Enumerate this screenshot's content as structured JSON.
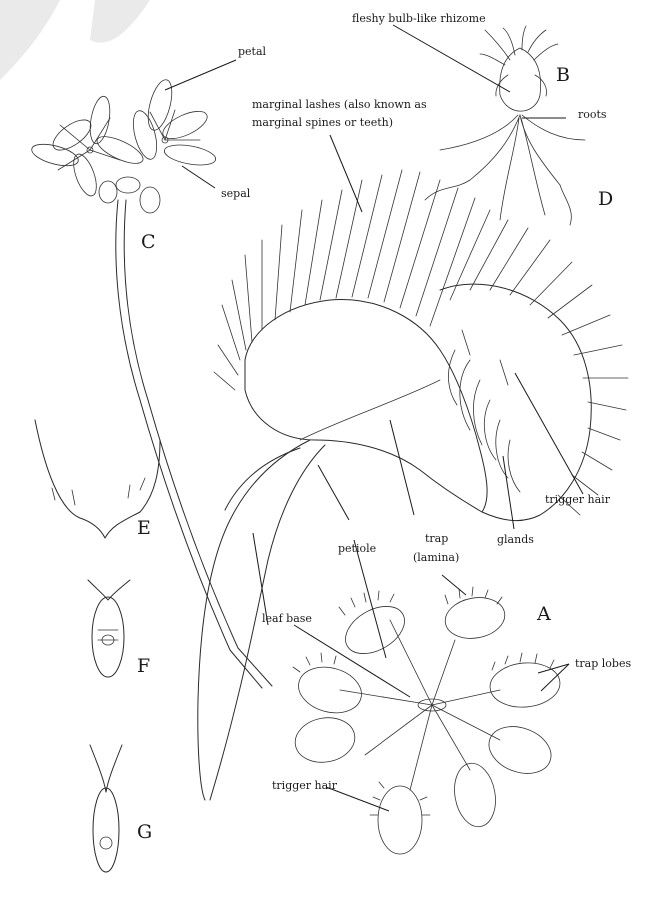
{
  "labels": {
    "rhizome": "fleshy bulb-like rhizome",
    "petal": "petal",
    "roots": "roots",
    "marginal_lashes_line1": "marginal lashes (also known as",
    "marginal_lashes_line2": "marginal spines or teeth)",
    "sepal": "sepal",
    "petiole": "petiole",
    "trap_line1": "trap",
    "trap_line2": "(lamina)",
    "glands": "glands",
    "trigger_hair_main": "trigger hair",
    "leaf_base": "leaf base",
    "trap_lobes": "trap lobes",
    "trigger_hair_rosette": "trigger hair"
  },
  "letters": {
    "A": "A",
    "B": "B",
    "C": "C",
    "D": "D",
    "E": "E",
    "F": "F",
    "G": "G"
  }
}
